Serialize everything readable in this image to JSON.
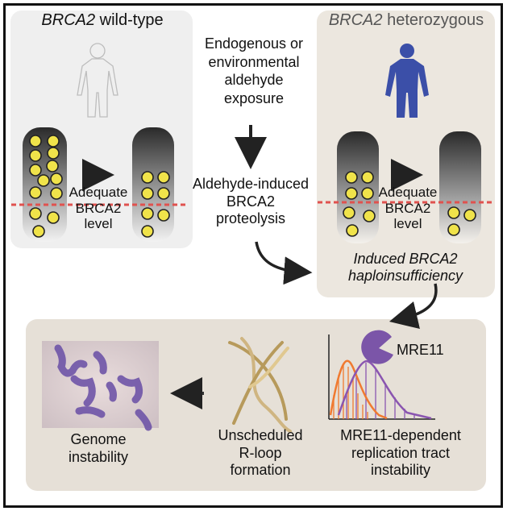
{
  "wildtype": {
    "gene": "BRCA2",
    "suffix": " wild-type",
    "label_line1": "Adequate",
    "label_line2": "BRCA2",
    "label_line3": "level"
  },
  "heterozygous": {
    "gene": "BRCA2",
    "suffix": " heterozygous",
    "label_line1": "Adequate",
    "label_line2": "BRCA2",
    "label_line3": "level",
    "outcome_line1": "Induced BRCA2",
    "outcome_line2": "haploinsufficiency"
  },
  "exposure": {
    "line1": "Endogenous or",
    "line2": "environmental",
    "line3": "aldehyde",
    "line4": "exposure"
  },
  "proteolysis": {
    "line1": "Aldehyde-induced",
    "line2": "BRCA2",
    "line3": "proteolysis"
  },
  "mre11": {
    "name": "MRE11",
    "line1": "MRE11-dependent",
    "line2": "replication tract",
    "line3": "instability"
  },
  "rloop": {
    "line1": "Unscheduled",
    "line2": "R-loop",
    "line3": "formation"
  },
  "genome": {
    "line1": "Genome",
    "line2": "instability"
  },
  "colors": {
    "wt_panel": "#efefef",
    "het_panel": "#ece7df",
    "bottom_panel": "#e6e0d7",
    "brca2_dot": "#f0e34a",
    "threshold_line": "#e0524f",
    "human_filled": "#3b4fa8",
    "mre11": "#7b55a8",
    "curve_orange": "#f07a30",
    "curve_purple": "#8a55b0",
    "chromosome": "#7a5db0"
  }
}
